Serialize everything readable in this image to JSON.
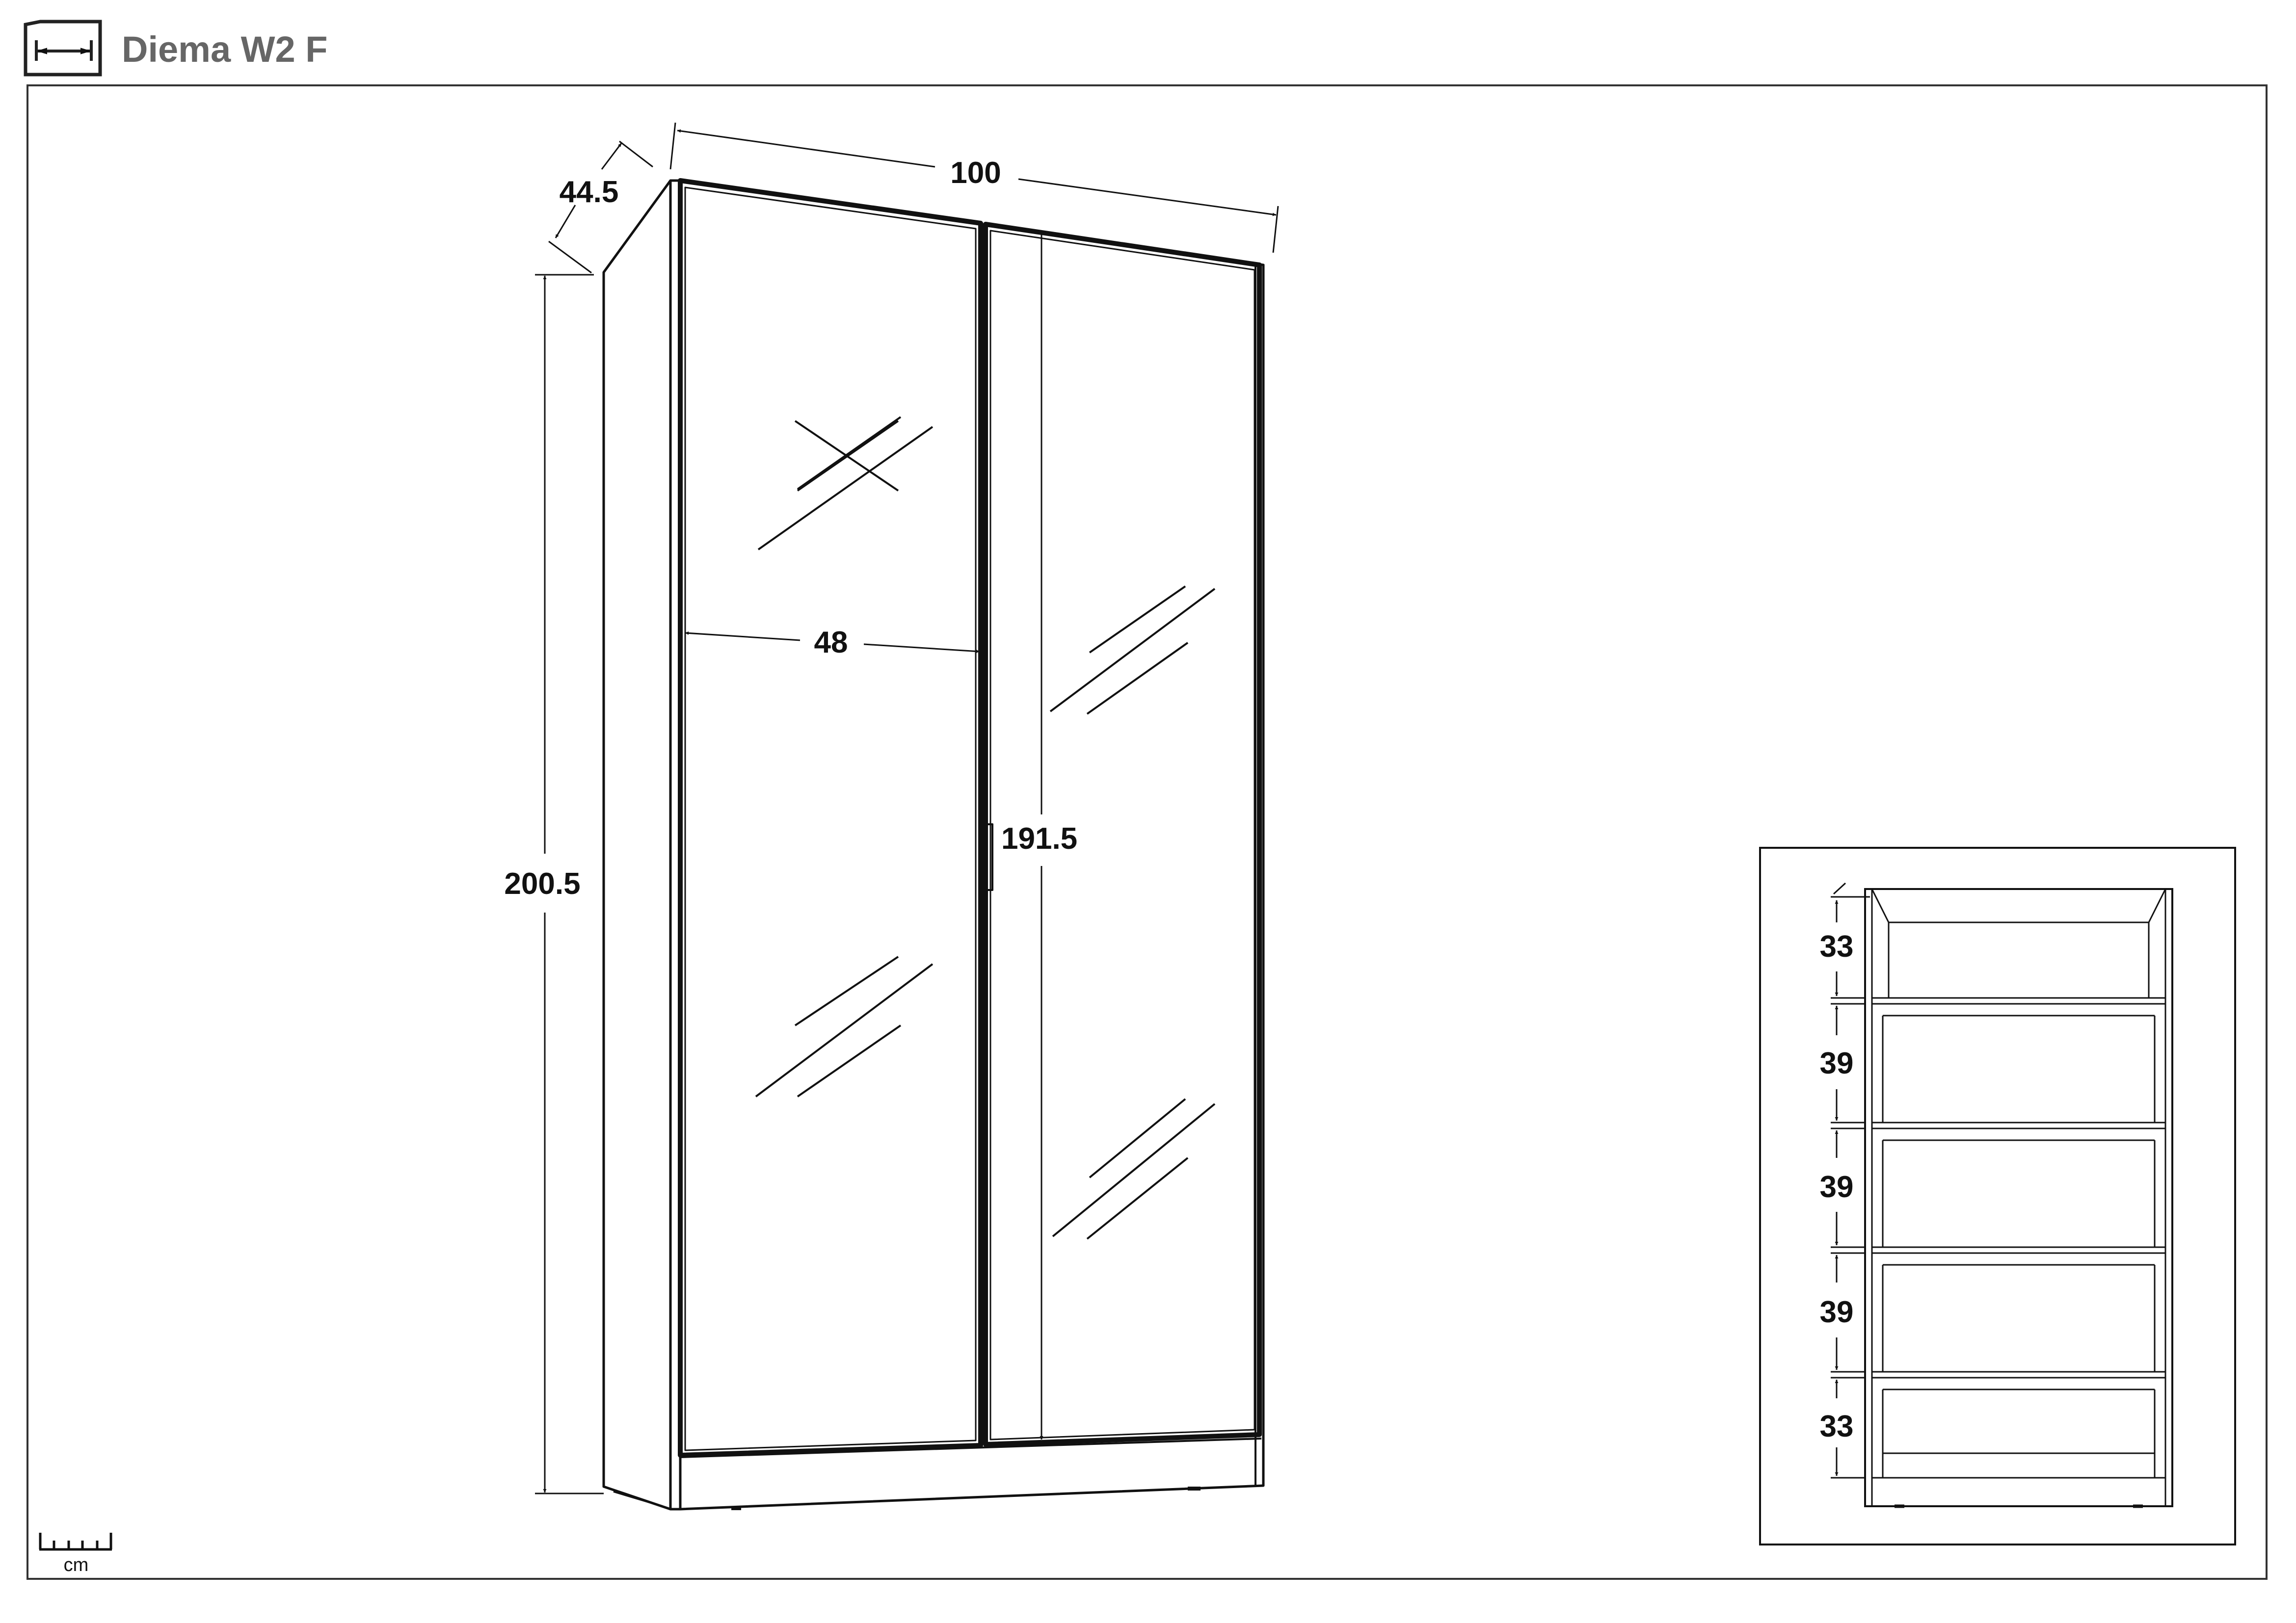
{
  "header": {
    "title": "Diema W2 F",
    "icon": "dimension-arrows-icon"
  },
  "dimensions": {
    "width": "100",
    "depth": "44.5",
    "height": "200.5",
    "door_width": "48",
    "door_height": "191.5"
  },
  "interior_view": {
    "compartments": [
      "33",
      "39",
      "39",
      "39",
      "33"
    ]
  },
  "scale": {
    "unit": "cm",
    "icon": "ruler-icon"
  },
  "colors": {
    "line": "#111111",
    "title": "#666666",
    "frame": "#333333"
  }
}
